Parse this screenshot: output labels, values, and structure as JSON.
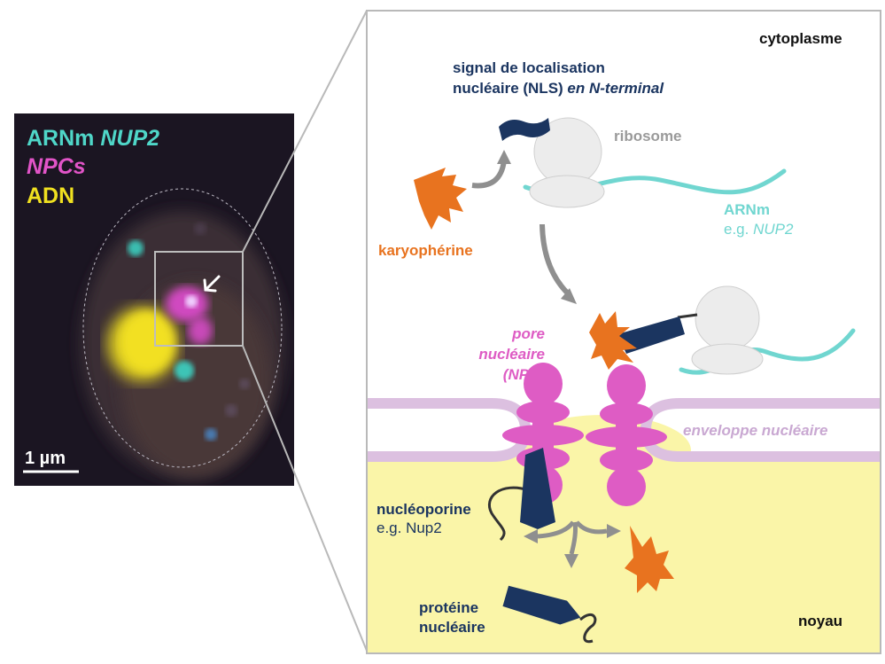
{
  "micrograph": {
    "legend": {
      "mrna_prefix": "ARNm ",
      "mrna_gene": "NUP2",
      "npcs": "NPCs",
      "dna": "ADN"
    },
    "scale_bar": "1 µm",
    "colors": {
      "mrna": "#4fd6c8",
      "npc": "#e254c8",
      "dna": "#f0e020"
    }
  },
  "schema": {
    "cytoplasm": "cytoplasme",
    "nucleus": "noyau",
    "nls_line1": "signal de localisation",
    "nls_line2": "nucléaire (NLS) ",
    "nls_line2_italic": "en N-terminal",
    "ribosome": "ribosome",
    "mrna": "ARNm",
    "mrna_example": "e.g. ",
    "mrna_example_gene": "NUP2",
    "karyopherin": "karyophérine",
    "pore_line1": "pore",
    "pore_line2": "nucléaire",
    "pore_line3": "(NPC)",
    "envelope": "enveloppe nucléaire",
    "nucleoporin": "nucléoporine",
    "nucleoporin_example": "e.g. Nup2",
    "nuclear_protein_line1": "protéine",
    "nuclear_protein_line2": "nucléaire",
    "colors": {
      "navy": "#1b3560",
      "orange": "#e8731f",
      "magenta": "#de5cc4",
      "cyan": "#70d6d0",
      "ribosome": "#ececec",
      "nucleoplasm": "#faf5a8",
      "envelope": "#dcc0e0",
      "grey": "#8f8f8f"
    }
  }
}
